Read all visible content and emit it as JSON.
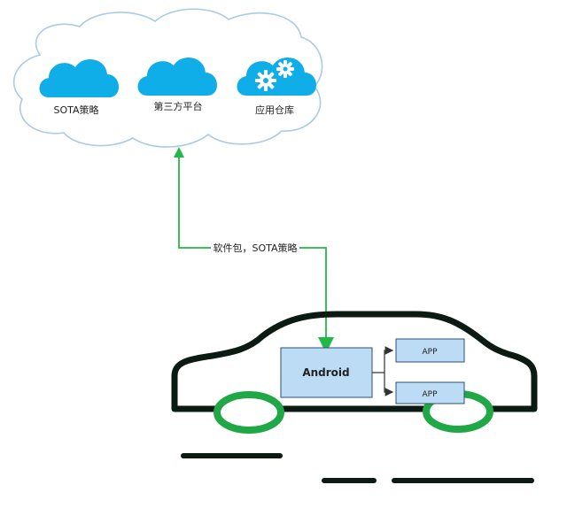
{
  "cloud": {
    "items": [
      {
        "label": "SOTA策略",
        "icon": "cloud-icon"
      },
      {
        "label": "第三方平台",
        "icon": "cloud-icon"
      },
      {
        "label": "应用仓库",
        "icon": "cloud-gears-icon"
      }
    ]
  },
  "connector": {
    "label": "软件包，SOTA策略"
  },
  "vehicle": {
    "main_box": "Android",
    "apps": [
      "APP",
      "APP"
    ]
  },
  "colors": {
    "cloud_outline": "#a9cbe6",
    "icon_blue": "#10aee8",
    "arrow_green": "#22b84a",
    "box_fill": "#bcdcf6",
    "box_border": "#2d4f73",
    "car_body": "#0b1a12",
    "wheel": "#1fa845"
  }
}
